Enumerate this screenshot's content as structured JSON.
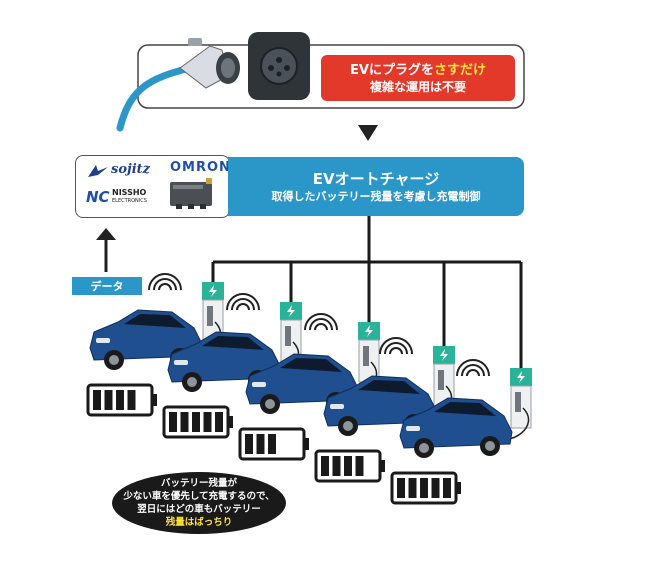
{
  "top_panel": {
    "headline_part1": "EVに",
    "headline_part2": "プラグを",
    "headline_highlight": "さすだけ",
    "subline": "複雑な運用は不要"
  },
  "control_panel": {
    "title": "EVオートチャージ",
    "subtitle": "取得したバッテリー残量を考慮し充電制御"
  },
  "logos": {
    "sojitz": "sojitz",
    "omron": "OMRON",
    "nissho_mark": "NC",
    "nissho_line1": "NISSHO",
    "nissho_line2": "ELECTRONICS"
  },
  "data_label": "データ",
  "callout": {
    "line1": "バッテリー残量が",
    "line2": "少ない車を優先して充電するので、",
    "line3": "翌日にはどの車もバッテリー",
    "line4": "残量はばっちり"
  },
  "vehicles": [
    {
      "battery_bars": 4
    },
    {
      "battery_bars": 5
    },
    {
      "battery_bars": 3
    },
    {
      "battery_bars": 4
    },
    {
      "battery_bars": 5
    }
  ],
  "colors": {
    "accent_blue": "#2b97c9",
    "alert_red": "#e3392b",
    "highlight_yellow": "#ffe23a",
    "car_blue": "#1f4f8f",
    "charger_green": "#2bb39a"
  }
}
